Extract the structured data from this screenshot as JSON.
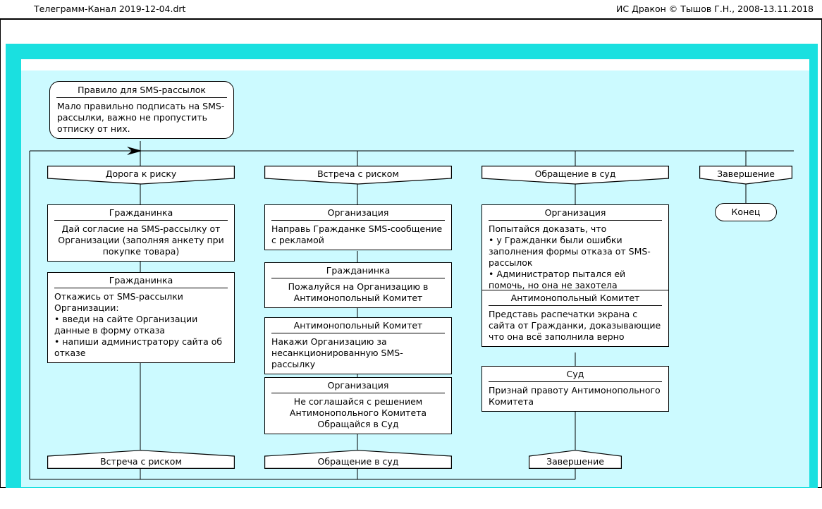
{
  "titlebar": {
    "file_name": "Телеграмм-Канал 2019-12-04.drt",
    "copyright": "ИС Дракон © Тышов Г.Н., 2008-13.11.2018"
  },
  "colors": {
    "frame_border": "#000000",
    "outer_band": "#1ae0e0",
    "canvas": "#ccfaff",
    "node_fill": "#ffffff",
    "line": "#000000"
  },
  "diagram": {
    "type": "drakon-silhouette",
    "header": {
      "caption": "Правило для SMS-рассылок",
      "body": "Мало правильно подписать на SMS-рассылки, важно не пропустить отписку от них."
    },
    "branches": [
      {
        "name": "Дорога к риску",
        "exit": "Встреча с риском",
        "steps": [
          {
            "caption": "Гражданинка",
            "align": "center",
            "lines": [
              "Дай согласие на SMS-рассылку от Организации (заполняя анкету при покупке товара)"
            ]
          },
          {
            "caption": "Гражданинка",
            "align": "left",
            "lines": [
              "Откажись от SMS-рассылки Организации:",
              "• введи на сайте Организации данные в форму отказа",
              "• напиши администратору сайта об отказе"
            ]
          }
        ]
      },
      {
        "name": "Встреча с риском",
        "exit": "Обращение в суд",
        "steps": [
          {
            "caption": "Организация",
            "align": "left",
            "lines": [
              "Направь Гражданке SMS-сообщение с рекламой"
            ]
          },
          {
            "caption": "Гражданинка",
            "align": "center",
            "lines": [
              "Пожалуйся на Организацию в Антимонопольный Комитет"
            ]
          },
          {
            "caption": "Антимонопольный Комитет",
            "align": "left",
            "lines": [
              "Накажи Организацию за несанкционированную SMS-рассылку"
            ]
          },
          {
            "caption": "Организация",
            "align": "center",
            "lines": [
              "Не соглашайся с решением Антимонопольного Комитета Обращайся в Суд"
            ]
          }
        ]
      },
      {
        "name": "Обращение в суд",
        "exit": "Завершение",
        "steps": [
          {
            "caption": "Организация",
            "align": "left",
            "lines": [
              "Попытайся доказать, что",
              "• у Гражданки были ошибки заполнения формы отказа от SMS-рассылок",
              "• Администратор пытался ей помочь, но она не захотела"
            ]
          },
          {
            "caption": "Антимонопольный Комитет",
            "align": "left",
            "lines": [
              "Представь распечатки экрана с сайта от Гражданки, доказывающие что она всё заполнила верно"
            ]
          },
          {
            "caption": "Суд",
            "align": "center",
            "lines": [
              "Признай правоту Антимонопольного Комитета"
            ]
          }
        ]
      },
      {
        "name": "Завершение",
        "exit": null,
        "steps": [],
        "terminator": "Конец"
      }
    ]
  }
}
